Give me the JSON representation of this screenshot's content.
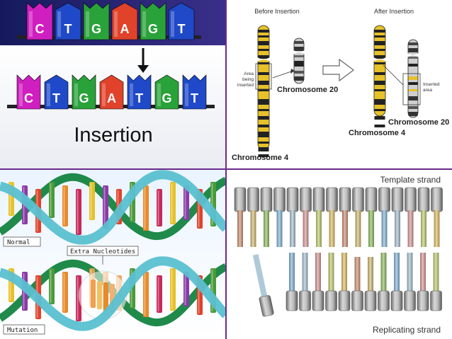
{
  "insertion": {
    "top_sequence": [
      "C",
      "T",
      "G",
      "A",
      "G",
      "T"
    ],
    "top_colors": [
      "#d01fc0",
      "#1f49c8",
      "#2aa23a",
      "#e0422a",
      "#2aa23a",
      "#1f49c8"
    ],
    "bottom_sequence": [
      "C",
      "T",
      "G",
      "A",
      "T",
      "G",
      "T"
    ],
    "bottom_colors": [
      "#d01fc0",
      "#1f49c8",
      "#2aa23a",
      "#e0422a",
      "#1f49c8",
      "#2aa23a",
      "#1f49c8"
    ],
    "caption": "Insertion"
  },
  "chromosome": {
    "before_title": "Before Insertion",
    "after_title": "After Insertion",
    "area_being_inserted": [
      "Area",
      "being",
      "inserted"
    ],
    "inserted_area": [
      "Inserted",
      "area"
    ],
    "chromosome_20_before": "Chromosome 20",
    "chromosome_4_before": "Chromosome 4",
    "chromosome_20_after": "Chromosome 20",
    "chromosome_4_after": "Chromosome 4"
  },
  "helix": {
    "normal_label": "Normal",
    "extra_label": "Extra Nucleotides",
    "mutation_label": "Mutation",
    "colors": [
      "#e6c12a",
      "#8a3aa8",
      "#e0422a",
      "#4a9a3a",
      "#e88a2a",
      "#c62a5a"
    ]
  },
  "replication": {
    "template_label": "Template strand",
    "replicating_label": "Replicating strand",
    "colors": [
      "#d69a7a",
      "#d9c37a",
      "#9ac66a",
      "#8abedd",
      "#b0c9d8",
      "#e0a0a0",
      "#c8d47a",
      "#e7c56a"
    ]
  },
  "colors": {
    "panel1_bg_top": "#1a1f6a",
    "divider": "#6a2a8a"
  }
}
